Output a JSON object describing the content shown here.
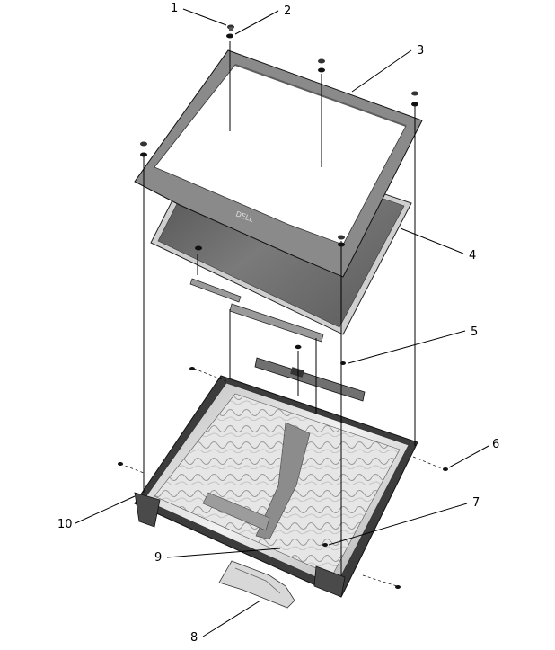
{
  "diagram": {
    "callouts": [
      {
        "id": "1",
        "text": "1"
      },
      {
        "id": "2",
        "text": "2"
      },
      {
        "id": "3",
        "text": "3"
      },
      {
        "id": "4",
        "text": "4"
      },
      {
        "id": "5",
        "text": "5"
      },
      {
        "id": "6",
        "text": "6"
      },
      {
        "id": "7",
        "text": "7"
      },
      {
        "id": "8",
        "text": "8"
      },
      {
        "id": "9",
        "text": "9"
      },
      {
        "id": "10",
        "text": "10"
      }
    ],
    "bezel_logo": "DELL",
    "colors": {
      "bezel": "#8a8a8a",
      "bezel_dark": "#5e5e5e",
      "panel": "#6b6b6b",
      "panel_edge": "#c8c8c8",
      "back_cover": "#e4e4e4",
      "line": "#000000"
    }
  }
}
